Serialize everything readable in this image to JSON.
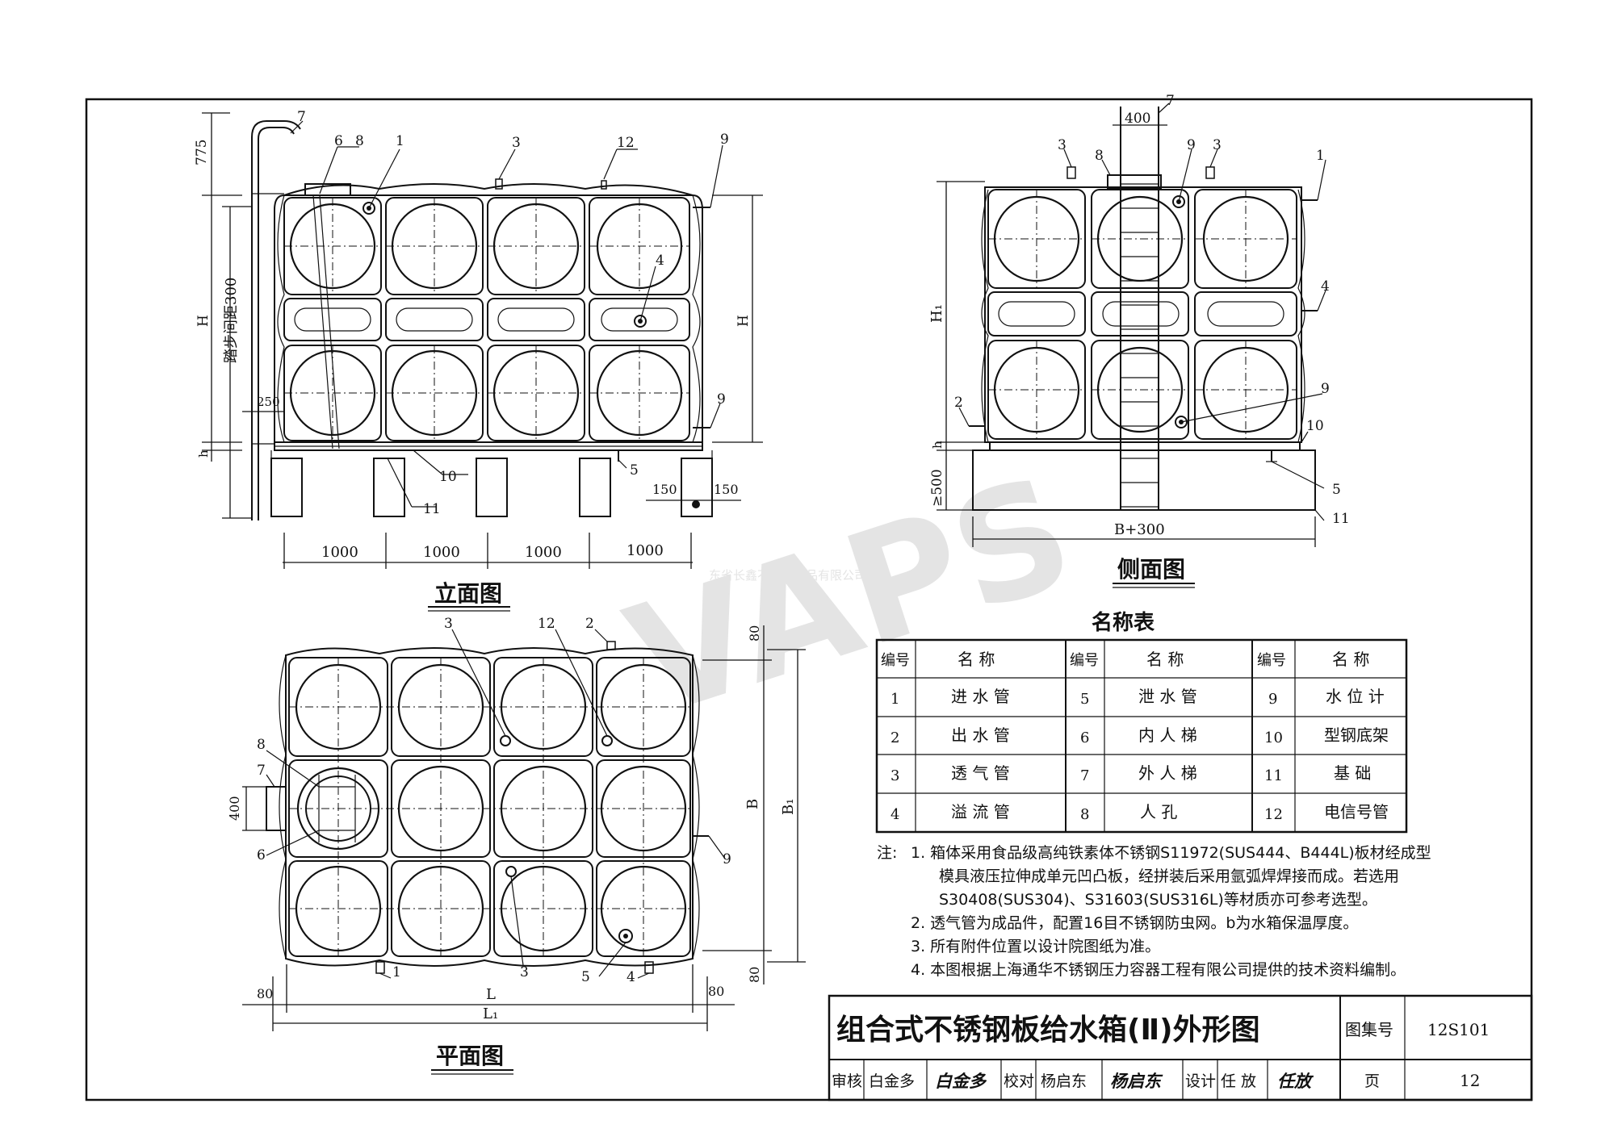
{
  "views": {
    "elevation": {
      "title": "立面图",
      "dim_top": "775",
      "dim_H": "H",
      "dim_h": "h",
      "step_label": "踏步间距300",
      "dim_250": "250",
      "dim_150_left": "150",
      "dim_150_right": "150",
      "spans": [
        "1000",
        "1000",
        "1000",
        "1000"
      ],
      "callouts": [
        "7",
        "6",
        "8",
        "1",
        "3",
        "12",
        "9",
        "4",
        "9",
        "5",
        "10",
        "11"
      ]
    },
    "side": {
      "title": "侧面图",
      "dim_400": "400",
      "dim_H1": "H₁",
      "dim_h": "h",
      "dim_500": "≥500",
      "dim_B300": "B+300",
      "callouts": [
        "7",
        "3",
        "8",
        "9",
        "3",
        "1",
        "4",
        "2",
        "9",
        "10",
        "5",
        "11"
      ]
    },
    "plan": {
      "title": "平面图",
      "dim_80_top": "80",
      "dim_80_bottom": "80",
      "dim_80_left": "80",
      "dim_80_right": "80",
      "dim_400": "400",
      "dim_B": "B",
      "dim_B1": "B₁",
      "dim_L": "L",
      "dim_L1": "L₁",
      "callouts": [
        "3",
        "12",
        "2",
        "8",
        "7",
        "6",
        "9",
        "1",
        "3",
        "5",
        "4"
      ]
    }
  },
  "name_table": {
    "title": "名称表",
    "header": [
      "编号",
      "名 称",
      "编号",
      "名 称",
      "编号",
      "名 称"
    ],
    "rows": [
      [
        "1",
        "进 水 管",
        "5",
        "泄 水 管",
        "9",
        "水 位 计"
      ],
      [
        "2",
        "出 水 管",
        "6",
        "内 人 梯",
        "10",
        "型钢底架"
      ],
      [
        "3",
        "透 气 管",
        "7",
        "外 人 梯",
        "11",
        "基   础"
      ],
      [
        "4",
        "溢 流 管",
        "8",
        "人   孔",
        "12",
        "电信号管"
      ]
    ]
  },
  "notes": {
    "label": "注:",
    "lines": [
      "1. 箱体采用食品级高纯铁素体不锈钢S11972(SUS444、B444L)板材经成型",
      "模具液压拉伸成单元凹凸板，经拼装后采用氩弧焊焊接而成。若选用",
      "S30408(SUS304)、S31603(SUS316L)等材质亦可参考选型。",
      "2. 透气管为成品件，配置16目不锈钢防虫网。b为水箱保温厚度。",
      "3. 所有附件位置以设计院图纸为准。",
      "4. 本图根据上海通华不锈钢压力容器工程有限公司提供的技术资料编制。"
    ]
  },
  "title_block": {
    "title": "组合式不锈钢板给水箱(Ⅱ)外形图",
    "atlas_label": "图集号",
    "atlas_no": "12S101",
    "review_label": "审核",
    "reviewer": "白金多",
    "reviewer_sig": "白金多",
    "check_label": "校对",
    "checker": "杨启东",
    "checker_sig": "杨启东",
    "design_label": "设计",
    "designer": "任 放",
    "designer_sig": "任放",
    "page_label": "页",
    "page_no": "12"
  },
  "watermark": {
    "logo": "VAPS",
    "company": "东省长鑫不锈钢制品有限公司"
  }
}
